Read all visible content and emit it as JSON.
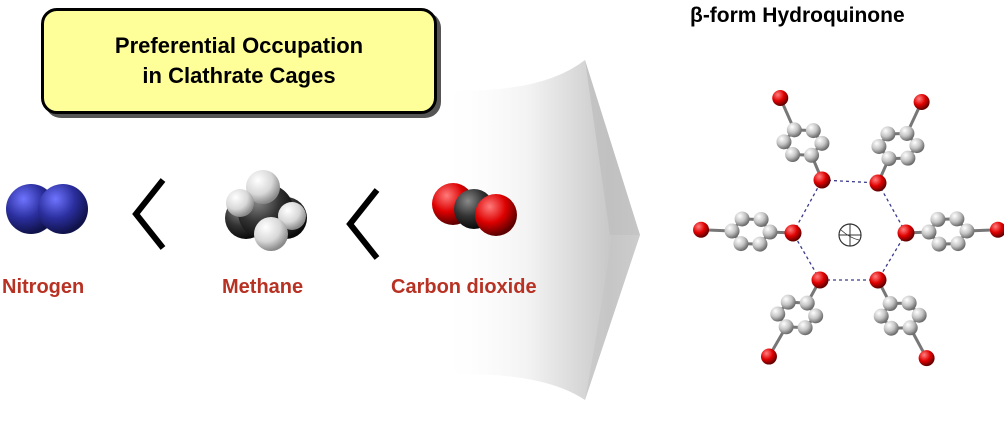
{
  "title_box": {
    "line1": "Preferential Occupation",
    "line2": "in Clathrate Cages"
  },
  "molecules": [
    {
      "label": "Nitrogen"
    },
    {
      "label": "Methane"
    },
    {
      "label": "Carbon dioxide"
    }
  ],
  "structure": {
    "title": "β-form Hydroquinone"
  },
  "colors": {
    "label_red": "#b83224",
    "title_box_bg": "#ffff99",
    "nitrogen": "#2b2f9e",
    "oxygen": "#dd0000",
    "carbon_dark": "#333333",
    "hydrogen": "#d8d8d8",
    "bond_dash": "#3a3a8a"
  },
  "icons": [
    "less-than-symbol",
    "block-arrow"
  ]
}
